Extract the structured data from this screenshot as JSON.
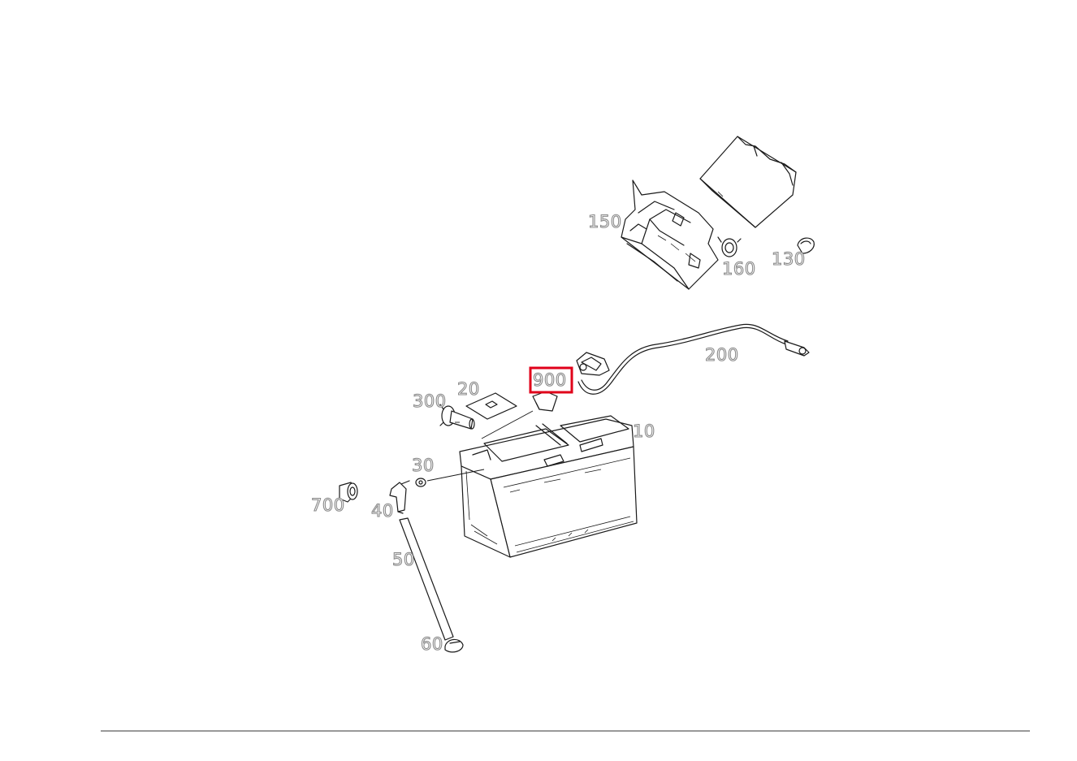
{
  "diagram": {
    "highlight_color": "#e0001a",
    "highlighted_part": "900",
    "labels": {
      "p10": "10",
      "p20": "20",
      "p30": "30",
      "p40": "40",
      "p50": "50",
      "p60": "60",
      "p130": "130",
      "p150": "150",
      "p160": "160",
      "p200": "200",
      "p300": "300",
      "p700": "700",
      "p900": "900"
    }
  }
}
